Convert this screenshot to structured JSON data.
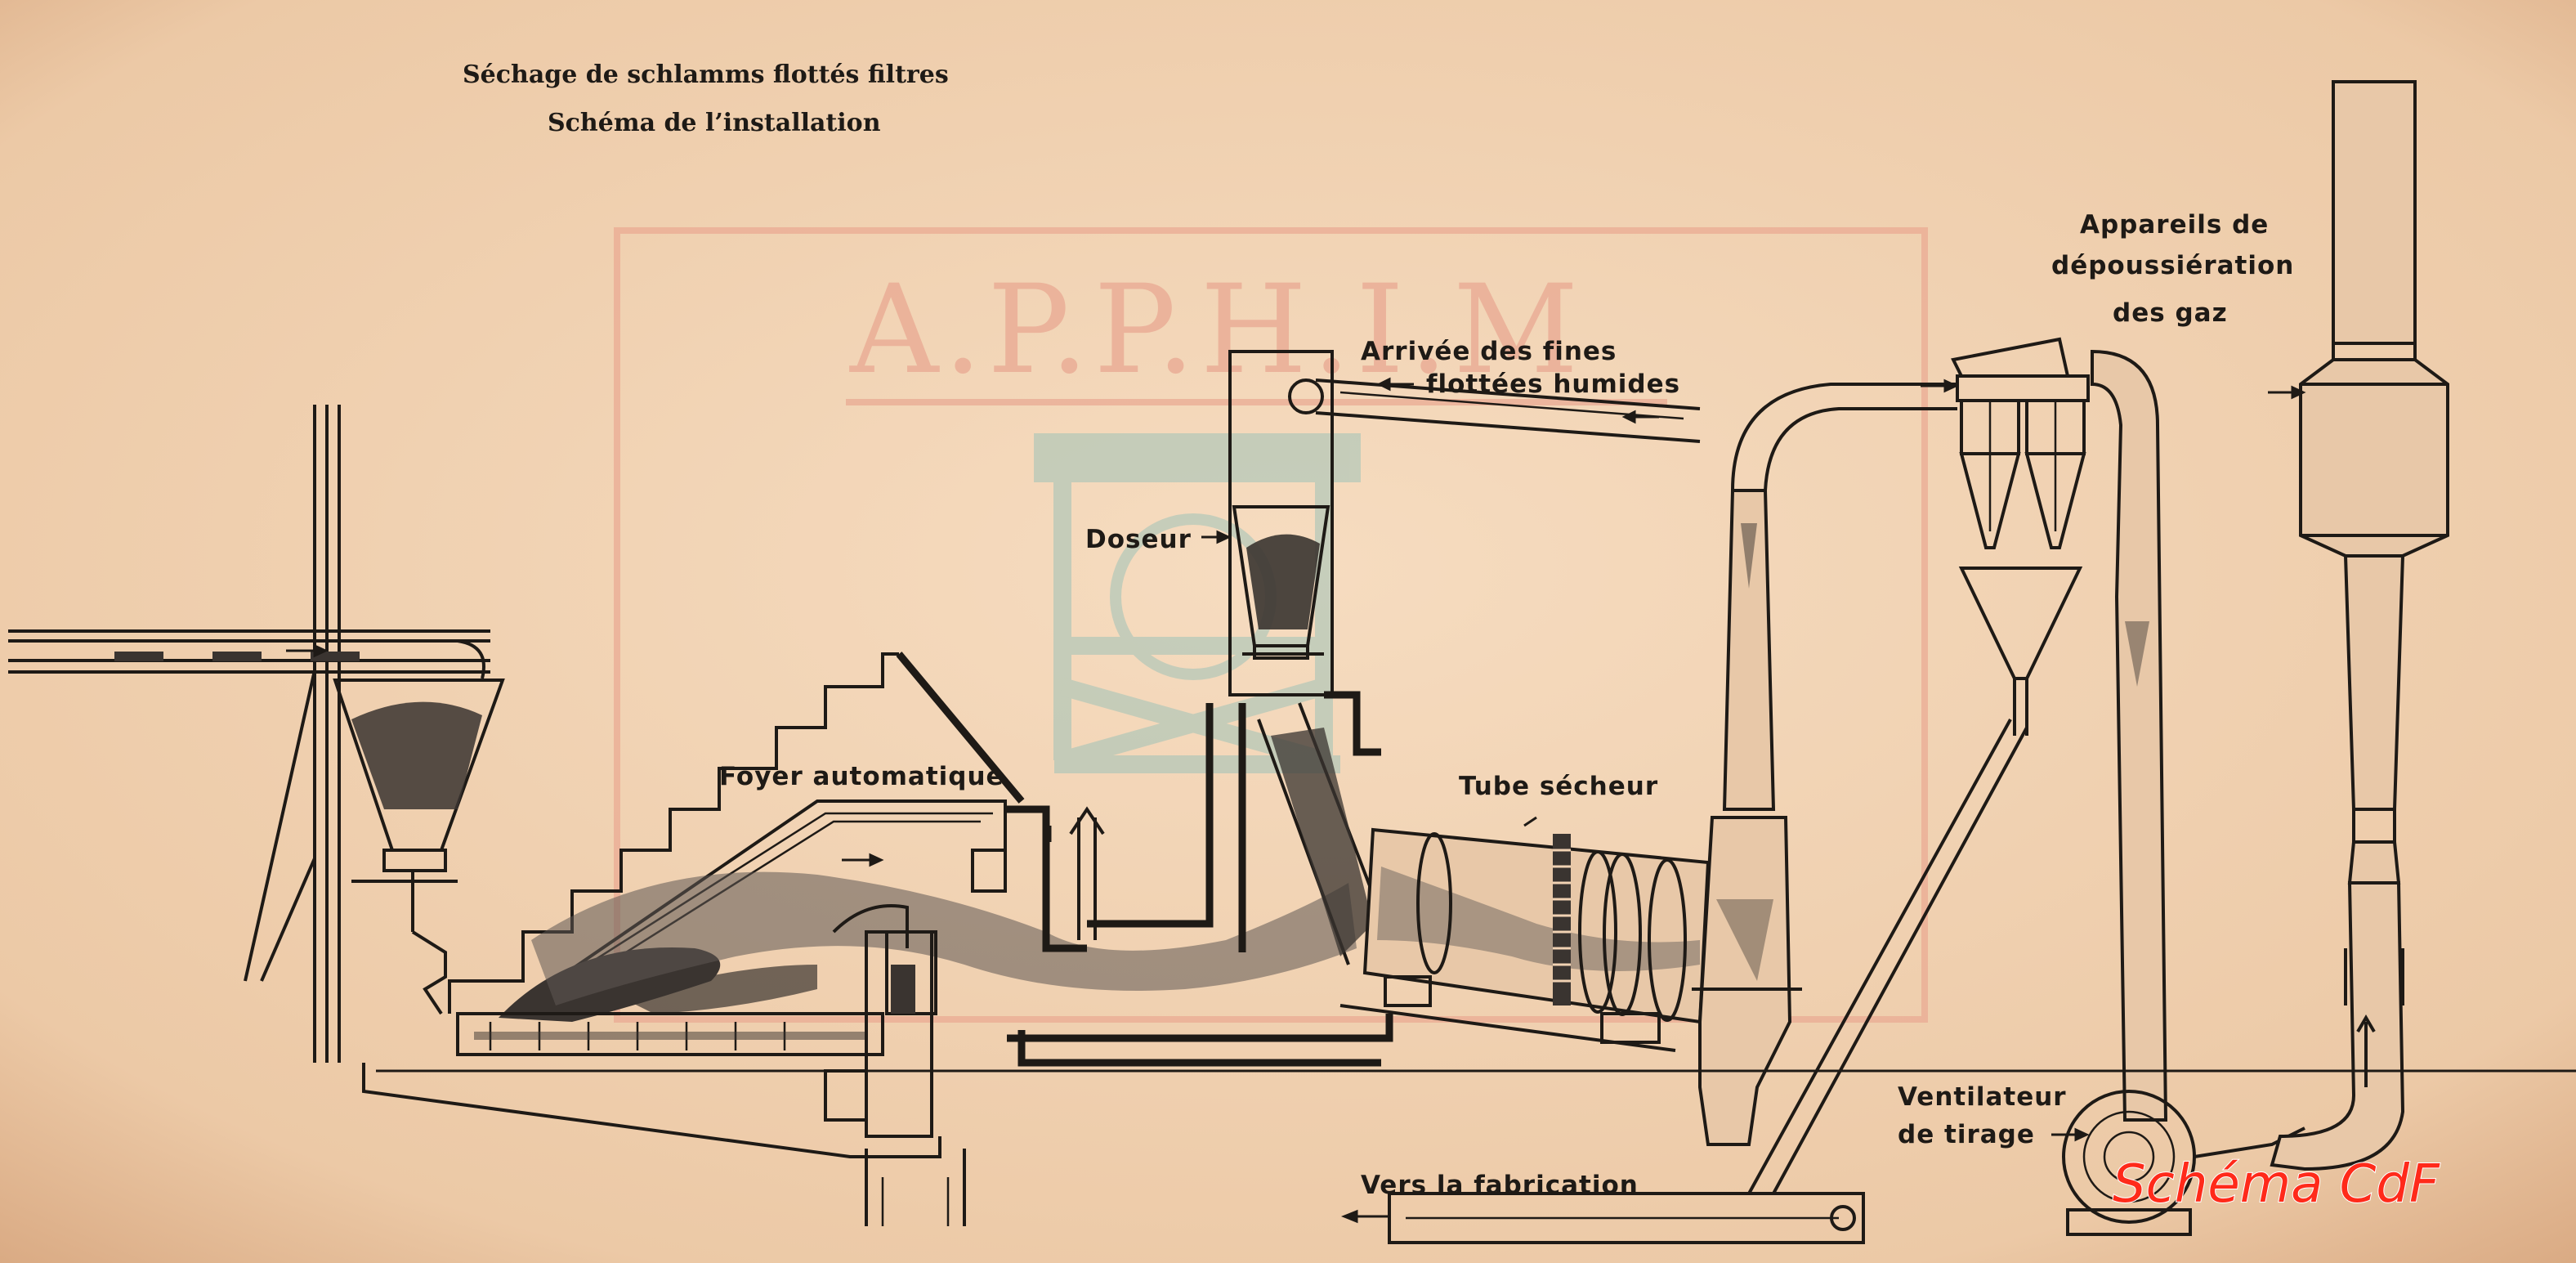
{
  "title": {
    "line1": "Séchage de schlamms flottés filtres",
    "line2": "Schéma de l’installation"
  },
  "labels": {
    "fines": "Arrivée des fines",
    "fines2": "flottées humides",
    "doseur": "Doseur",
    "foyer": "Foyer automatique",
    "tube": "Tube sécheur",
    "depous1": "Appareils de",
    "depous2": "dépoussiération",
    "depous3": "des gaz",
    "vent1": "Ventilateur",
    "vent2": "de tirage",
    "vers": "Vers la fabrication"
  },
  "watermark": "A.P.P.H.I.M",
  "signature": "Schéma CdF",
  "colors": {
    "paper": "#f1d2b3",
    "ink": "#1e1a16",
    "watermark": "#e9a892",
    "watermark_logo": "#9fc3b8",
    "signature": "#ff2a1a"
  }
}
